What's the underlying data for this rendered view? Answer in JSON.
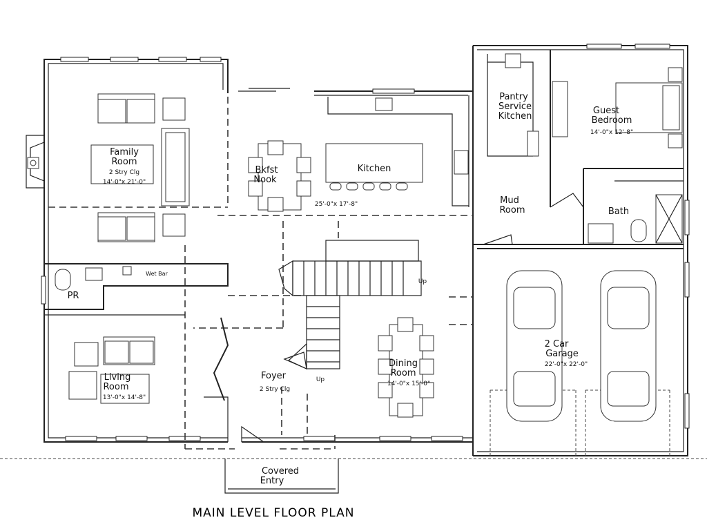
{
  "title": "MAIN LEVEL FLOOR PLAN",
  "rooms": {
    "family": {
      "name_line1": "Family",
      "name_line2": "Room",
      "note": "2 Stry Clg",
      "size": "14'-0\"x 21'-0\""
    },
    "nook": {
      "name_line1": "Bkfst",
      "name_line2": "Nook"
    },
    "kitchen": {
      "name": "Kitchen",
      "size": "25'-0\"x 17'-8\""
    },
    "pantry": {
      "line1": "Pantry",
      "line2": "Service",
      "line3": "Kitchen"
    },
    "guest": {
      "name_line1": "Guest",
      "name_line2": "Bedroom",
      "size": "14'-0\"x 12'-8\""
    },
    "mud": {
      "name_line1": "Mud",
      "name_line2": "Room"
    },
    "bath": {
      "name": "Bath"
    },
    "powder": {
      "name": "PR"
    },
    "wetbar": {
      "name": "Wet Bar"
    },
    "garage": {
      "name_line1": "2 Car",
      "name_line2": "Garage",
      "size": "22'-0\"x 22'-0\""
    },
    "living": {
      "name_line1": "Living",
      "name_line2": "Room",
      "size": "13'-0\"x 14'-8\""
    },
    "foyer": {
      "name": "Foyer",
      "note": "2 Stry Clg"
    },
    "dining": {
      "name_line1": "Dining",
      "name_line2": "Room",
      "size": "14'-0\"x 15'-0\""
    },
    "entry": {
      "name_line1": "Covered",
      "name_line2": "Entry"
    }
  },
  "stairs": {
    "up_label_1": "Up",
    "up_label_2": "Up"
  }
}
